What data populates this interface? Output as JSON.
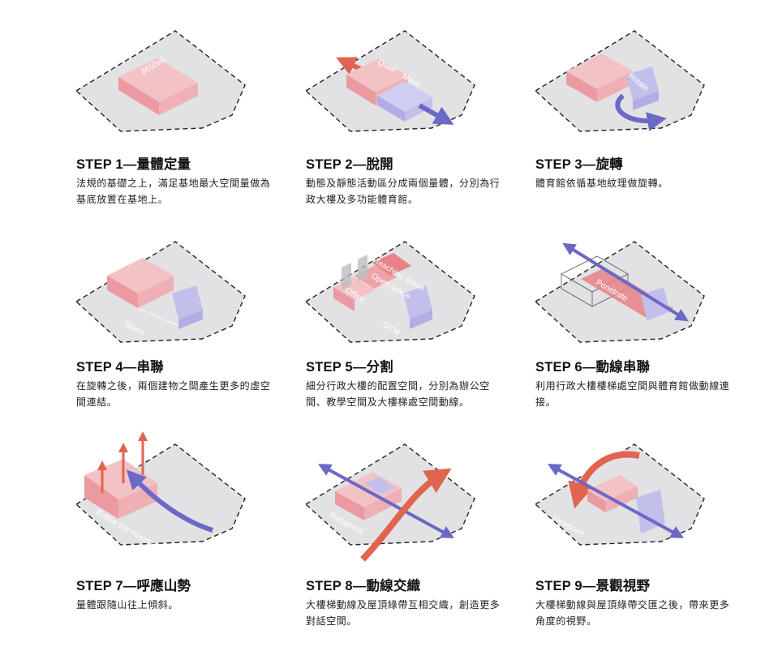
{
  "colors": {
    "site": "#e2e2e4",
    "mass_red": "#f0b2b6",
    "mass_blue": "#c2c0ea",
    "arrow_red": "#e0644f",
    "arrow_blue": "#6b68c6"
  },
  "steps": [
    {
      "title": "STEP 1—量體定量",
      "desc": "法規的基礎之上，滿足基地最大空間量做為基底放置在基地上。",
      "labels": [
        "8650㎡"
      ]
    },
    {
      "title": "STEP 2—脫開",
      "desc": "動態及靜態活動區分成兩個量體，分別為行政大樓及多功能體育館。",
      "labels": [
        "Quiet",
        "Move"
      ]
    },
    {
      "title": "STEP 3—旋轉",
      "desc": "體育館依循基地紋理做旋轉。",
      "labels": [
        "Rotate"
      ]
    },
    {
      "title": "STEP 4—串聯",
      "desc": "在旋轉之後，兩個建物之間產生更多的虛空間連結。",
      "labels": [
        "Space"
      ]
    },
    {
      "title": "STEP 5—分割",
      "desc": "細分行政大樓的配置空間，分別為辦公空間、教學空間及大樓梯處空間動線。",
      "labels": [
        "Teaching space",
        "Open space",
        "Office",
        "GYM"
      ]
    },
    {
      "title": "STEP 6—動線串聯",
      "desc": "利用行政大樓樓梯處空間與體育館做動線連接。",
      "labels": [
        "Penetrate"
      ]
    },
    {
      "title": "STEP 7—呼應山勢",
      "desc": "量體跟隨山往上傾斜。",
      "labels": [
        "Follow the mountain"
      ]
    },
    {
      "title": "STEP 8—動線交織",
      "desc": "大樓梯動線及屋頂綠帶互相交織，創造更多對話空間。",
      "labels": [
        "Staggered"
      ]
    },
    {
      "title": "STEP 9—景觀視野",
      "desc": "大樓梯動線與屋頂綠帶交匯之後，帶來更多角度的視野。",
      "labels": [
        "Viewpoint"
      ]
    }
  ]
}
